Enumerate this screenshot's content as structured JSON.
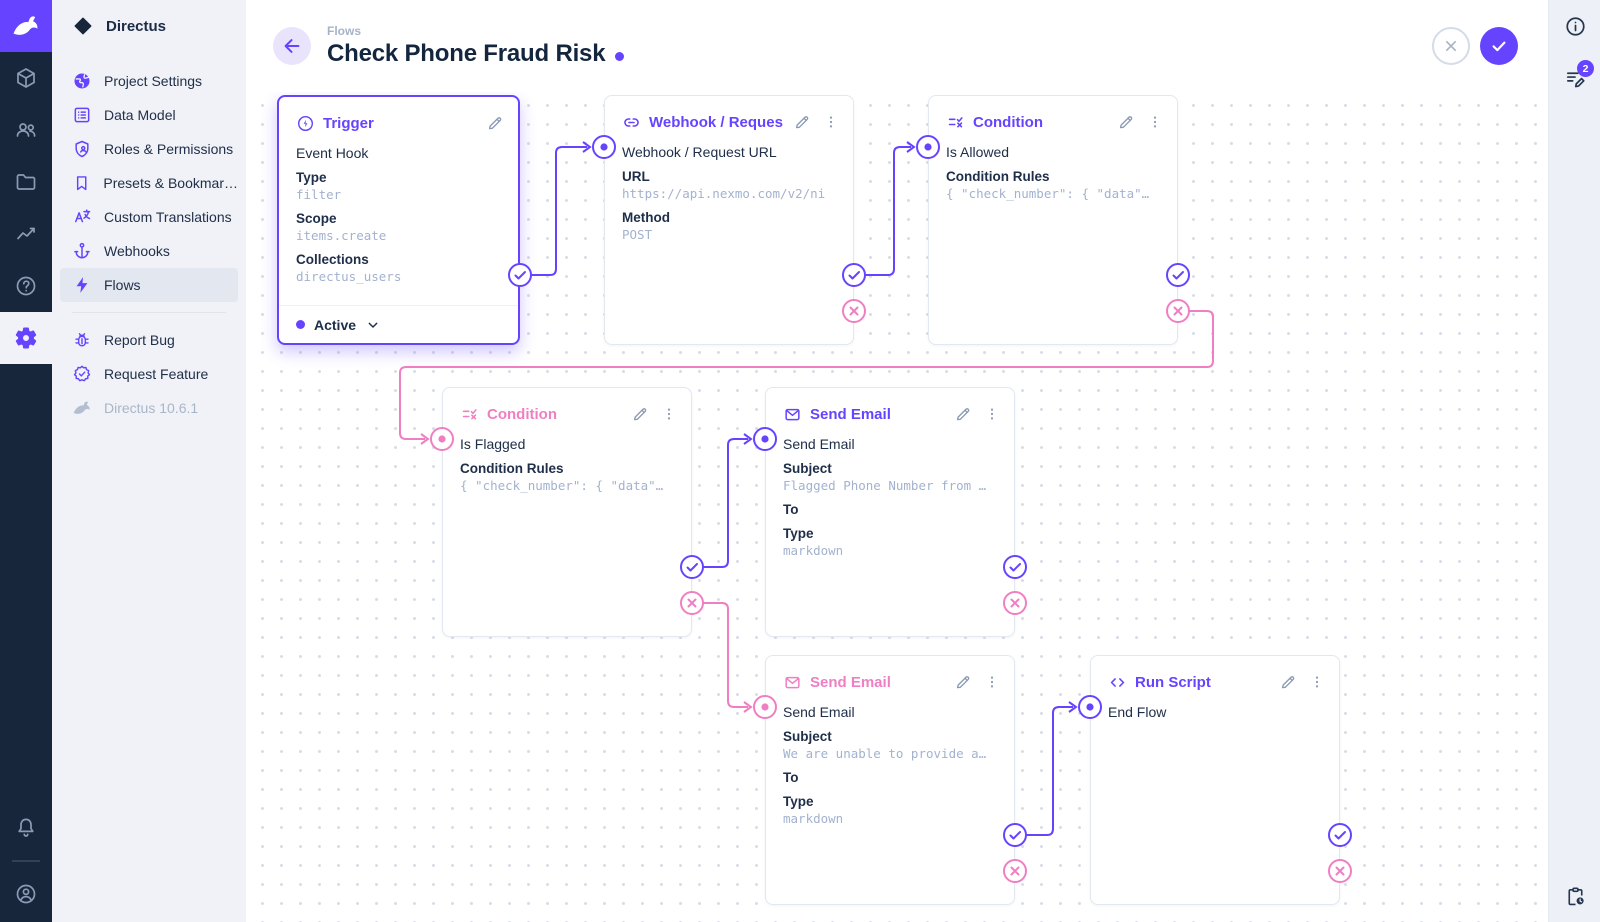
{
  "colors": {
    "accent": "#6644ff",
    "reject": "#ef7fc2",
    "navy": "#18263b",
    "value_text": "#a3b2cf"
  },
  "icons": {
    "module_bar": [
      "directus-rabbit-logo",
      "collections-cube-icon",
      "users-icon",
      "files-folder-icon",
      "insights-icon",
      "help-icon",
      "settings-gear-icon",
      "notifications-bell-icon",
      "account-circle-icon"
    ],
    "header": [
      "back-arrow-icon",
      "close-icon",
      "check-icon"
    ],
    "right_bar": [
      "info-icon",
      "notes-icon",
      "activity-clipboard-clock-icon"
    ],
    "node": [
      "bolt-circle-icon",
      "link-icon",
      "condition-rule-icon",
      "mail-icon",
      "code-icon",
      "edit-pencil-icon",
      "kebab-menu-icon",
      "chevron-down-icon",
      "resolve-check-icon",
      "reject-x-icon",
      "input-dot-icon"
    ]
  },
  "sidebar": {
    "project_name": "Directus",
    "items": [
      {
        "id": "project-settings",
        "label": "Project Settings"
      },
      {
        "id": "data-model",
        "label": "Data Model"
      },
      {
        "id": "roles-permissions",
        "label": "Roles & Permissions"
      },
      {
        "id": "presets-bookmarks",
        "label": "Presets & Bookmar…"
      },
      {
        "id": "custom-translations",
        "label": "Custom Translations"
      },
      {
        "id": "webhooks",
        "label": "Webhooks"
      },
      {
        "id": "flows",
        "label": "Flows"
      }
    ],
    "footer_items": [
      {
        "id": "report-bug",
        "label": "Report Bug"
      },
      {
        "id": "request-feature",
        "label": "Request Feature"
      }
    ],
    "version": "Directus 10.6.1"
  },
  "header": {
    "breadcrumb": "Flows",
    "title": "Check Phone Fraud Risk"
  },
  "right_sidebar": {
    "notifications_count": "2"
  },
  "flow": {
    "trigger": {
      "title": "Trigger",
      "subtitle": "Event Hook",
      "fields": [
        {
          "label": "Type",
          "value": "filter"
        },
        {
          "label": "Scope",
          "value": "items.create"
        },
        {
          "label": "Collections",
          "value": "directus_users"
        }
      ],
      "status": "Active"
    },
    "webhook": {
      "title": "Webhook / Request U",
      "subtitle": "Webhook / Request URL",
      "fields": [
        {
          "label": "URL",
          "value": "https://api.nexmo.com/v2/ni"
        },
        {
          "label": "Method",
          "value": "POST"
        }
      ]
    },
    "condition_allowed": {
      "title": "Condition",
      "subtitle": "Is Allowed",
      "fields": [
        {
          "label": "Condition Rules",
          "value": "{ \"check_number\": { \"data\"…"
        }
      ]
    },
    "condition_flagged": {
      "title": "Condition",
      "subtitle": "Is Flagged",
      "fields": [
        {
          "label": "Condition Rules",
          "value": "{ \"check_number\": { \"data\"…"
        }
      ]
    },
    "send_email_flagged": {
      "title": "Send Email",
      "subtitle": "Send Email",
      "fields": [
        {
          "label": "Subject",
          "value": "Flagged Phone Number from …"
        },
        {
          "label": "To",
          "value": ""
        },
        {
          "label": "Type",
          "value": "markdown"
        }
      ]
    },
    "send_email_declined": {
      "title": "Send Email",
      "subtitle": "Send Email",
      "fields": [
        {
          "label": "Subject",
          "value": "We are unable to provide a…"
        },
        {
          "label": "To",
          "value": ""
        },
        {
          "label": "Type",
          "value": "markdown"
        }
      ]
    },
    "run_script": {
      "title": "Run Script",
      "subtitle": "End Flow"
    }
  }
}
